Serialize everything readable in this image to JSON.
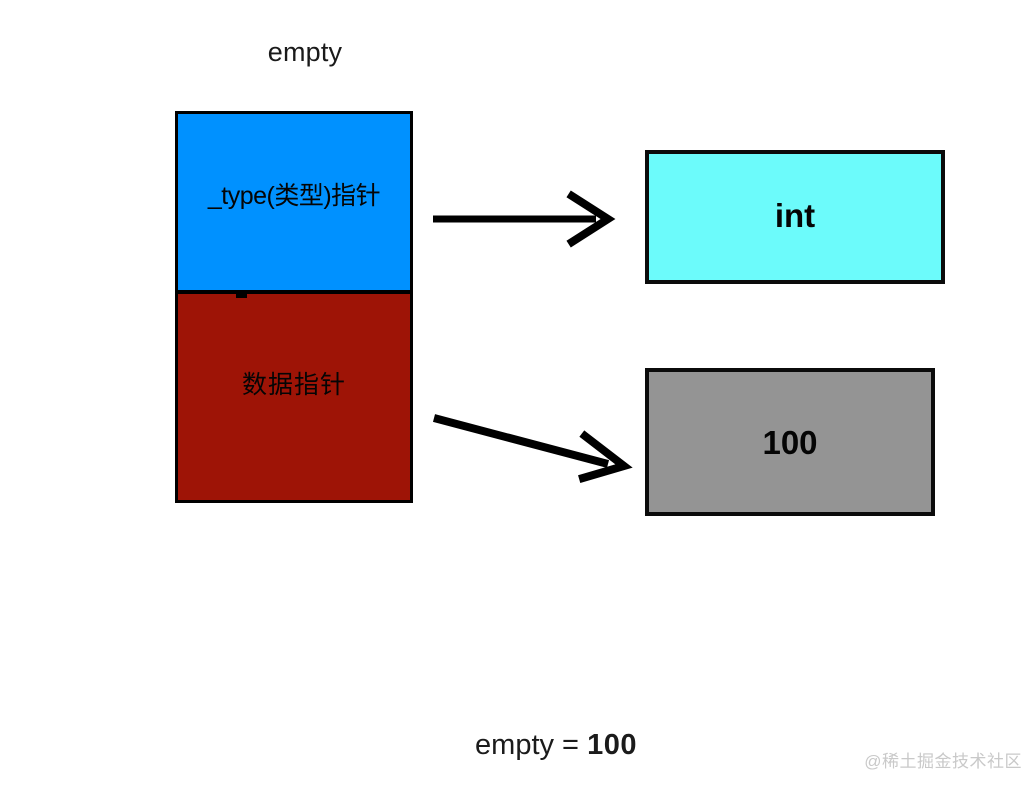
{
  "diagram": {
    "title": "empty",
    "struct": {
      "type_cell": {
        "label": "_type(类型)指针",
        "color": "#0091ff"
      },
      "data_cell": {
        "label": "数据指针",
        "color": "#9e1406"
      },
      "border_color": "#000000"
    },
    "targets": [
      {
        "id": "type-target",
        "label": "int",
        "color": "#6cfbfb",
        "border_color": "#0b0b0b"
      },
      {
        "id": "value-target",
        "label": "100",
        "color": "#949494",
        "border_color": "#0b0b0b"
      }
    ],
    "arrows": [
      {
        "id": "type-arrow",
        "from": "_type(类型)指针",
        "to": "int",
        "style": "straight"
      },
      {
        "id": "data-arrow",
        "from": "数据指针",
        "to": "100",
        "style": "diagonal"
      }
    ],
    "caption": {
      "expression": "empty =",
      "value": "100"
    },
    "watermark": "@稀土掘金技术社区"
  }
}
